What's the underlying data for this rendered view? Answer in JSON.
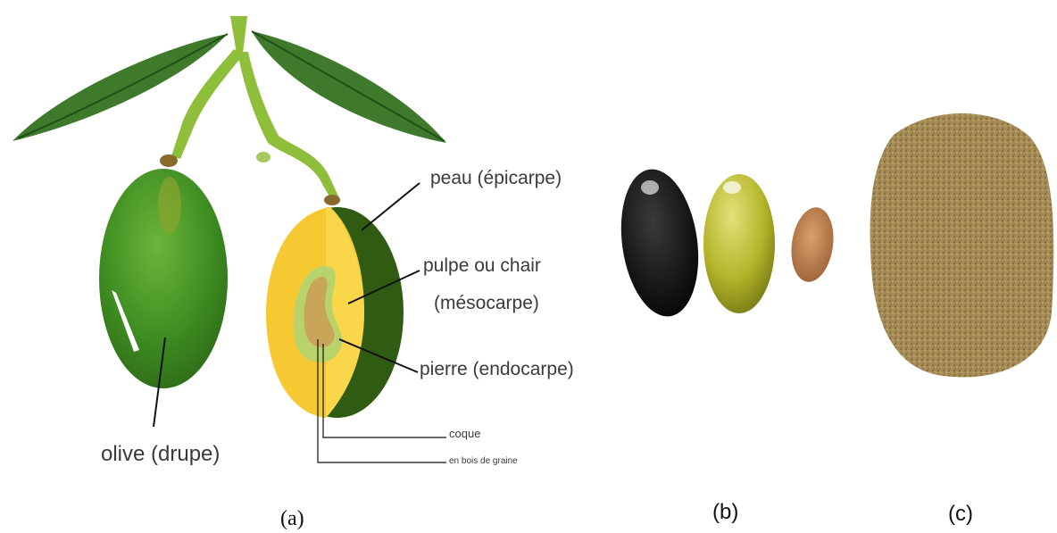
{
  "labels": {
    "olive": "olive (drupe)",
    "peau": "peau (épicarpe)",
    "pulpe_line1": "pulpe ou chair",
    "pulpe_line2": "(mésocarpe)",
    "pierre": "pierre (endocarpe)",
    "coque": "coque",
    "graine": "en bois de graine"
  },
  "captions": {
    "a": "(a)",
    "b": "(b)",
    "c": "(c)"
  },
  "colors": {
    "leaf": "#3f7a2c",
    "stem": "#8fbf3a",
    "olive_green": "#3f8d22",
    "flesh": "#f6c832",
    "skin_dark": "#2f5b12",
    "stone": "#b9d36c",
    "black_olive": "#111111",
    "green_olive": "#b3b52a",
    "pit": "#b97c4d",
    "powder": "#a58b56"
  }
}
